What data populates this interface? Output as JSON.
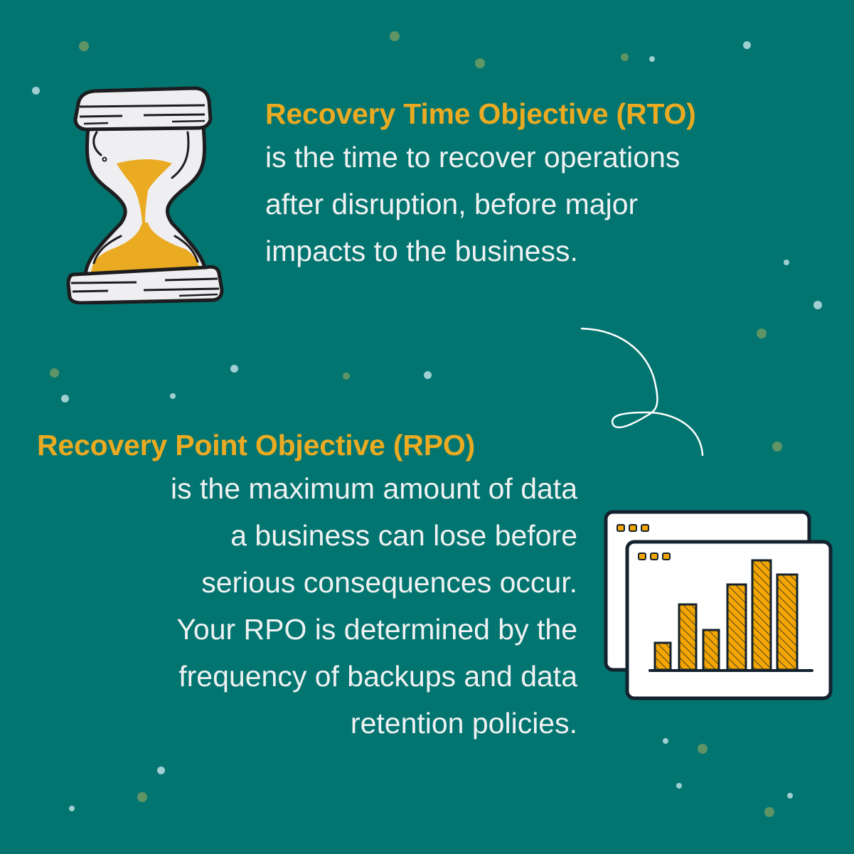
{
  "background_color": "#027570",
  "accent_color": "#eaaa22",
  "text_color": "#f0f1f2",
  "rto": {
    "heading": "Recovery Time Objective (RTO)",
    "lines": [
      "is the time to recover operations",
      "after disruption, before major",
      "impacts to the business."
    ]
  },
  "rpo": {
    "heading": "Recovery Point Objective (RPO)",
    "lines": [
      "is the maximum amount of data",
      "a business can lose before",
      "serious consequences occur.",
      "Your RPO is determined by the",
      "frequency of backups and data",
      "retention policies."
    ]
  },
  "icons": {
    "hourglass": "hourglass-icon",
    "charts": "bar-chart-window-icon",
    "swirl": "decorative-swirl-line"
  },
  "decorative_chart": {
    "bar_count": 6,
    "relative_heights": [
      0.25,
      0.58,
      0.35,
      0.75,
      0.97,
      0.84
    ]
  }
}
